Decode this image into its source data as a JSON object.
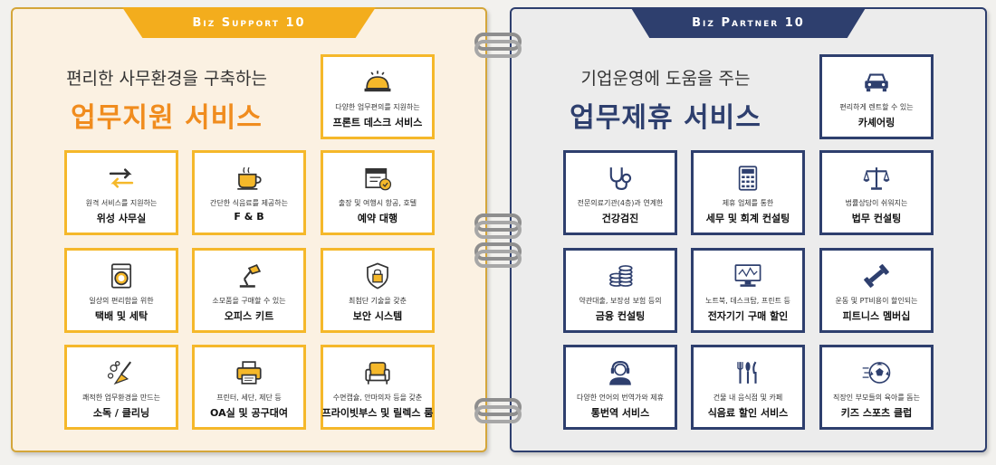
{
  "left": {
    "tab": "Biz Support 10",
    "subtitle": "편리한 사무환경을 구축하는",
    "title": "업무지원 서비스",
    "accent": "#f5b82a",
    "cards": [
      {
        "icon": "bell-icon",
        "desc": "다양한 업무편의를 지원하는",
        "title": "프론트 데스크 서비스"
      },
      {
        "icon": "transfer-arrows-icon",
        "desc": "원격 서비스를 지원하는",
        "title": "위성 사무실"
      },
      {
        "icon": "coffee-cup-icon",
        "desc": "간단한 식음료를 제공하는",
        "title": "F & B"
      },
      {
        "icon": "calendar-check-icon",
        "desc": "출장 및 여행시 항공, 호텔",
        "title": "예약 대행"
      },
      {
        "icon": "washing-machine-icon",
        "desc": "일상의 편리함을 위한",
        "title": "택배 및 세탁"
      },
      {
        "icon": "desk-lamp-icon",
        "desc": "소모품을 구매할 수 있는",
        "title": "오피스 키트"
      },
      {
        "icon": "lock-shield-icon",
        "desc": "최첨단 기술을 갖춘",
        "title": "보안 시스템"
      },
      {
        "icon": "cleaning-broom-icon",
        "desc": "쾌적한 업무환경을 만드는",
        "title": "소독 / 클리닝"
      },
      {
        "icon": "printer-icon",
        "desc": "프린터, 세단, 제단 등",
        "title": "OA실 및 공구대여"
      },
      {
        "icon": "armchair-icon",
        "desc": "수면캡슐, 안마의자 등을 갖춘",
        "title": "프라이빗부스 및 릴렉스 룸"
      }
    ]
  },
  "right": {
    "tab": "Biz Partner 10",
    "subtitle": "기업운영에 도움을 주는",
    "title": "업무제휴 서비스",
    "accent": "#2e3f6e",
    "cards": [
      {
        "icon": "car-icon",
        "desc": "편리하게 렌트할 수 있는",
        "title": "카셰어링"
      },
      {
        "icon": "stethoscope-icon",
        "desc": "전문의료기관(4층)과 연계한",
        "title": "건강검진"
      },
      {
        "icon": "calculator-icon",
        "desc": "제휴 업체를 통한",
        "title": "세무 및 회계 컨설팅"
      },
      {
        "icon": "scales-icon",
        "desc": "법률상담이 쉬워지는",
        "title": "법무 컨설팅"
      },
      {
        "icon": "coins-icon",
        "desc": "약관대출, 보장성 보험 등의",
        "title": "금융 컨설팅"
      },
      {
        "icon": "monitor-icon",
        "desc": "노트북, 데스크탑, 프린트 등",
        "title": "전자기기 구매 할인"
      },
      {
        "icon": "dumbbell-icon",
        "desc": "운동 및 PT비용이 할인되는",
        "title": "피트니스 멤버십"
      },
      {
        "icon": "headset-person-icon",
        "desc": "다양한 언어의 번역가와 제휴",
        "title": "통번역 서비스"
      },
      {
        "icon": "cutlery-icon",
        "desc": "건물 내 음식점 및 카페",
        "title": "식음료 할인 서비스"
      },
      {
        "icon": "soccer-ball-icon",
        "desc": "직장인 부모들의 육아를 돕는",
        "title": "키즈 스포츠 클럽"
      }
    ]
  }
}
